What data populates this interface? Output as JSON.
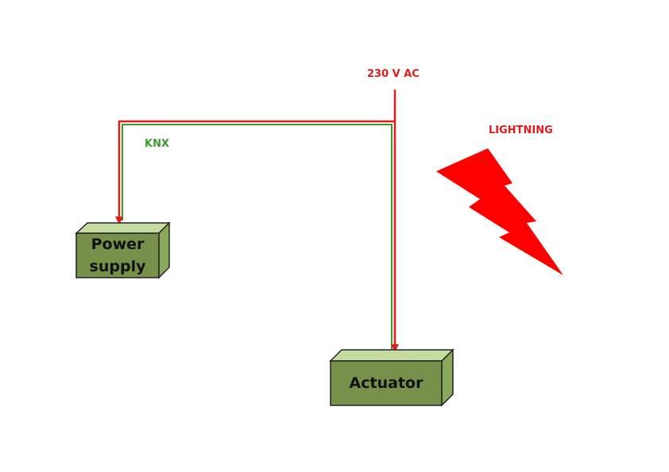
{
  "diagram": {
    "labels": {
      "supply": "230 V AC",
      "bus": "KNX",
      "hazard": "LIGHTNING"
    },
    "nodes": [
      {
        "id": "power-supply",
        "label": "Power supply",
        "lines": [
          "Power",
          "supply"
        ]
      },
      {
        "id": "actuator",
        "label": "Actuator",
        "lines": [
          "Actuator"
        ]
      }
    ],
    "connections": [
      {
        "from": "230 V AC",
        "to": "power-supply",
        "type": "230 V AC",
        "color": "#e41b1b"
      },
      {
        "from": "230 V AC",
        "to": "actuator",
        "type": "230 V AC",
        "color": "#e41b1b"
      },
      {
        "from": "power-supply",
        "to": "actuator",
        "type": "KNX",
        "color": "#3d9a2f"
      }
    ],
    "colors": {
      "mains": "#e41b1b",
      "knx": "#3d9a2f",
      "box_front": "#77904a",
      "box_top": "#c7dca0",
      "box_side": "#8aa85a",
      "lightning": "#ff0000"
    }
  }
}
